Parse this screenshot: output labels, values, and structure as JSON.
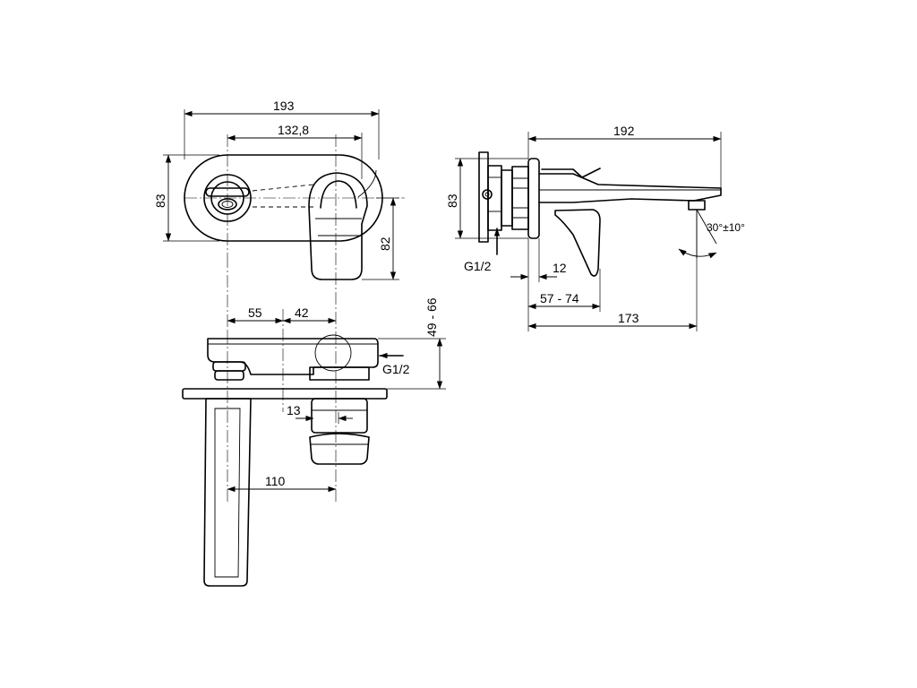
{
  "front_view": {
    "dim_total_width": "193",
    "dim_center_distance": "132,8",
    "dim_plate_height": "83",
    "dim_lever_height": "82"
  },
  "side_view": {
    "dim_spout_length": "192",
    "dim_plate_height": "83",
    "inlet_label": "G1/2",
    "dim_plate_depth": "12",
    "dim_wall_range": "57 - 74",
    "dim_spout_projection": "173",
    "dim_aerator_angle": "30°±10°"
  },
  "top_view": {
    "dim_left_offset": "55",
    "dim_right_offset": "42",
    "dim_depth_range": "49 - 66",
    "inlet_label": "G1/2",
    "dim_body_offset": "13",
    "dim_spout_reach": "110"
  }
}
